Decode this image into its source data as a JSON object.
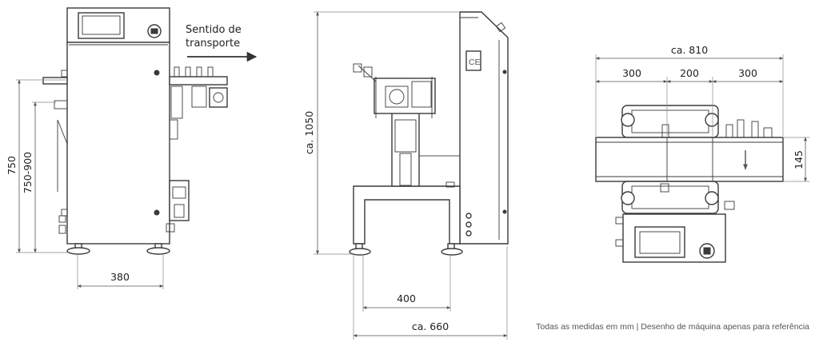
{
  "annotations": {
    "transport_direction": [
      "Sentido de",
      "transporte"
    ]
  },
  "dimensions": {
    "front_height": "750",
    "front_height_range": "750-900",
    "front_width": "380",
    "side_height": "ca. 1050",
    "side_inner_width": "400",
    "side_total_width": "ca. 660",
    "top_total_width": "ca. 810",
    "top_segment_left": "300",
    "top_segment_middle": "200",
    "top_segment_right": "300",
    "top_belt_width": "145"
  },
  "footer": {
    "note": "Todas as medidas em mm | Desenho de máquina apenas para referência"
  },
  "marks": {
    "ce_label": "CE"
  }
}
